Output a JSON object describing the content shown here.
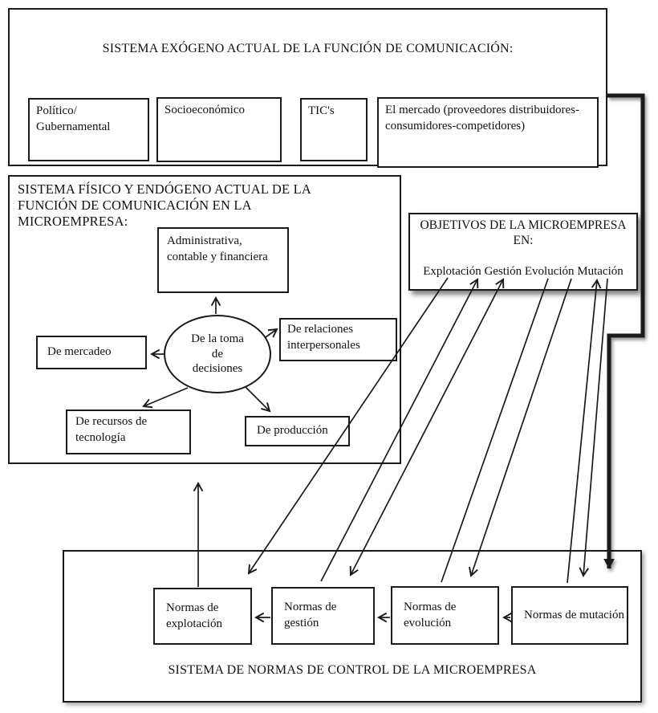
{
  "colors": {
    "ink": "#1a1a1a",
    "background": "#ffffff"
  },
  "exogeno": {
    "title": "SISTEMA EXÓGENO ACTUAL DE LA FUNCIÓN DE COMUNICACIÓN:",
    "items": [
      "Político/ Gubernamental",
      "Socioeconómico",
      "TIC's",
      "El mercado (proveedores distribuidores-consumidores-competidores)"
    ]
  },
  "endogeno": {
    "title_lines": [
      "SISTEMA FÍSICO Y ENDÓGENO ACTUAL DE LA",
      "FUNCIÓN DE COMUNICACIÓN EN LA",
      "MICROEMPRESA:"
    ],
    "central_lines": [
      "De la toma",
      "de",
      "decisiones"
    ],
    "nodes": {
      "admin": "Administrativa, contable y financiera",
      "mercadeo": "De mercadeo",
      "relaciones": "De relaciones interpersonales",
      "tecnologia": "De recursos de tecnología",
      "produccion": "De producción"
    }
  },
  "objetivos": {
    "title": "OBJETIVOS DE LA MICROEMPRESA",
    "en": "EN:",
    "labels": "Explotación Gestión Evolución Mutación"
  },
  "normas": {
    "title": "SISTEMA DE NORMAS DE CONTROL DE LA MICROEMPRESA",
    "boxes": [
      "Normas de explotación",
      "Normas de gestión",
      "Normas de evolución",
      "Normas de mutación"
    ]
  }
}
